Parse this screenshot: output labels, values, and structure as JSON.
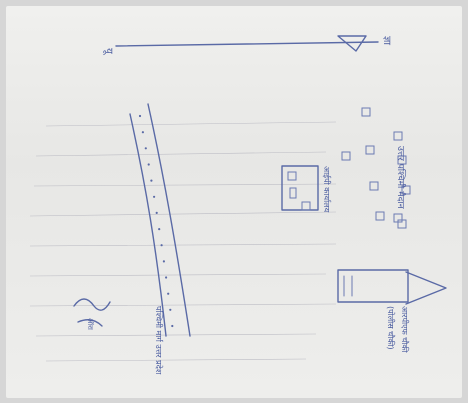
{
  "photo": {
    "description_free": true
  },
  "sketch": {
    "labels": {
      "top_left_marker": "यू",
      "top_right_marker": "ज्ञा",
      "main_caption": "उत्तर पश्चिमी मैदान",
      "box_label": "आईपी कार्यालय",
      "road_label": "पश्चिमी मार्ग उत्तर प्रदेश",
      "bottom_right_lower": "आरपीएफ चौकी",
      "bottom_right_sub": "(पोलीस चौकी)",
      "signature": "ऑरा"
    },
    "road_dots_count": 14,
    "scattered_squares_count": 10
  }
}
